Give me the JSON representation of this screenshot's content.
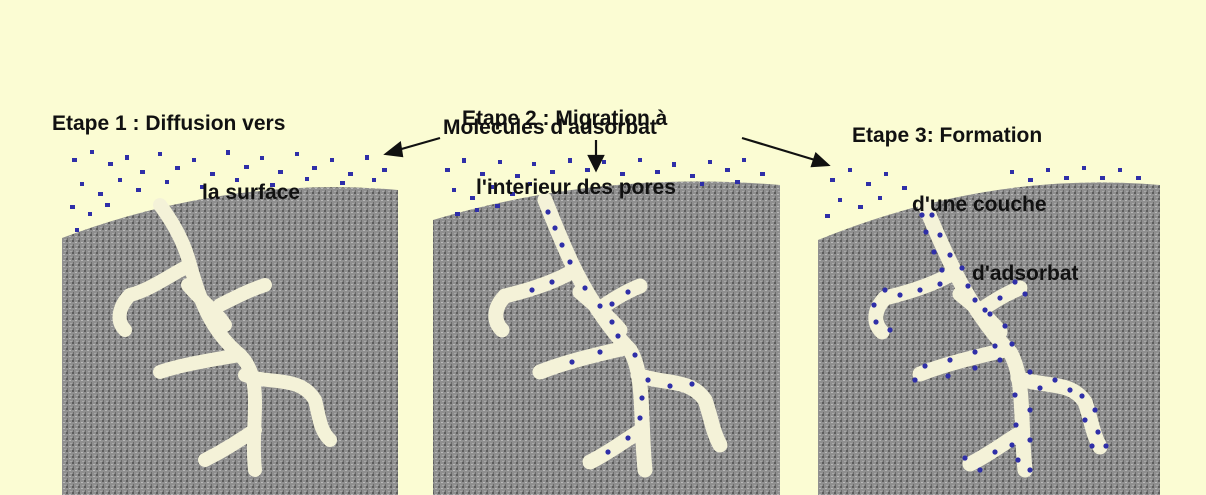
{
  "labels": {
    "step1": [
      "Etape 1 : Diffusion vers",
      "la surface"
    ],
    "step2": [
      "Etape 2 : Migration à",
      "l'interieur des pores"
    ],
    "step3": [
      "Etape 3: Formation",
      "d'une couche",
      "d'adsorbat"
    ],
    "molecules": "Molecules d'adsorbat"
  },
  "colors": {
    "background": "#fbfcd3",
    "solid": "#8a8a8a",
    "pore": "#f4f2d8",
    "molecule": "#2f2fa8",
    "text": "#111111"
  }
}
